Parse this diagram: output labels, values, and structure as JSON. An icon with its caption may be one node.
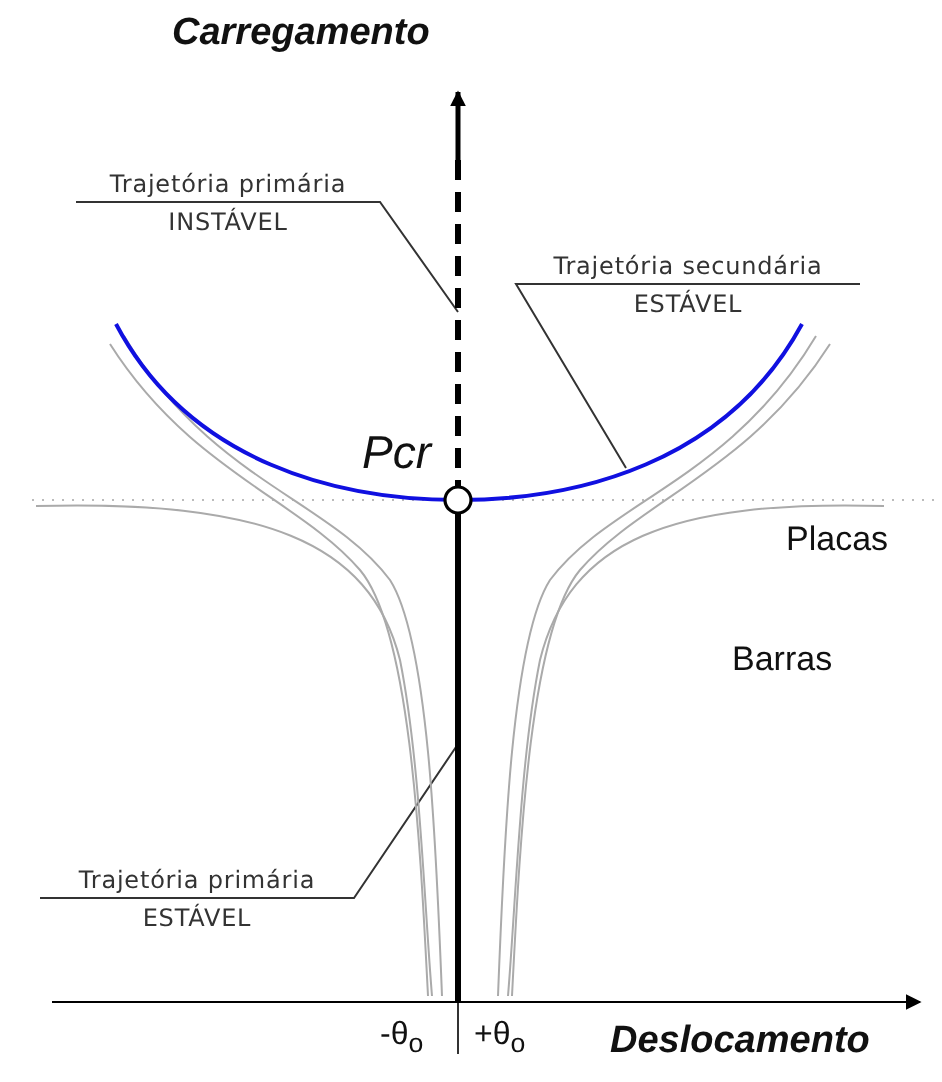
{
  "diagram": {
    "nodes": [
      {
        "text": [
          "Trajetória primária",
          "INSTÁVEL"
        ]
      },
      {
        "text": [
          "Trajetória secundária",
          "ESTÁVEL"
        ]
      },
      {
        "text": [
          "Trajetória primária",
          "ESTÁVEL"
        ]
      },
      {
        "text": [],
        "shape": "line"
      },
      {
        "text": [],
        "shape": "curve"
      },
      {
        "text": [],
        "shape": "line"
      }
    ],
    "edges": [
      {
        "from": 0,
        "to": 3,
        "arrow": "none"
      },
      {
        "from": 1,
        "to": 4,
        "arrow": "none"
      },
      {
        "from": 2,
        "to": 5,
        "arrow": "none"
      }
    ],
    "labels": [
      "Carregamento",
      "Pcr",
      "Placas",
      "Barras",
      "-θ$_{o}$",
      "+θ$_{o}$",
      "Deslocamento"
    ]
  }
}
